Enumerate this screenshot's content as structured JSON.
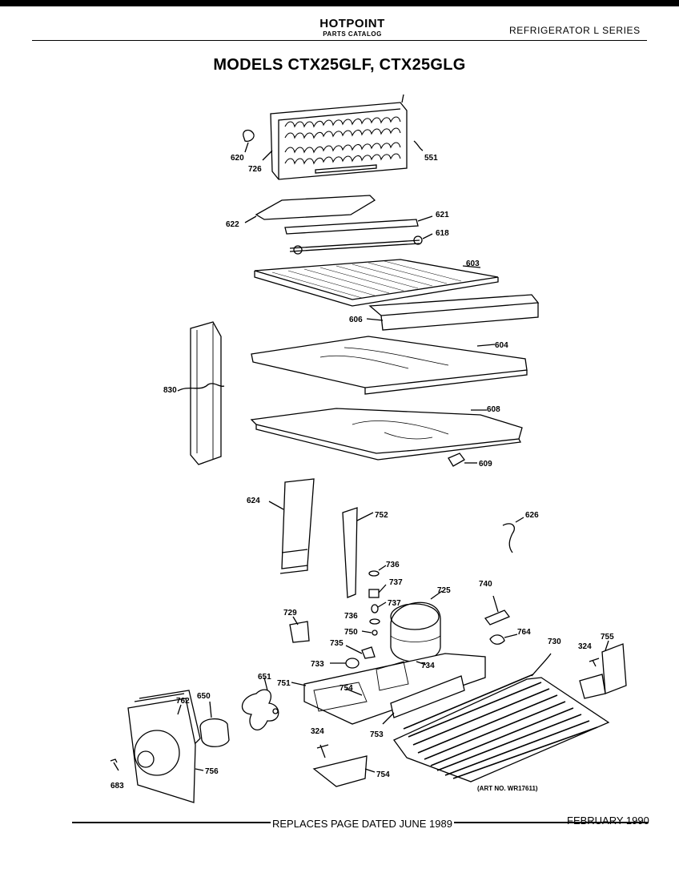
{
  "header": {
    "brand": "HOTPOINT",
    "catalog": "PARTS CATALOG",
    "series": "REFRIGERATOR L SERIES"
  },
  "title": "MODELS CTX25GLF, CTX25GLG",
  "part_labels": {
    "p620": "620",
    "p726": "726",
    "p551": "551",
    "p622": "622",
    "p621": "621",
    "p618": "618",
    "p603": "603",
    "p606": "606",
    "p604": "604",
    "p830": "830",
    "p608": "608",
    "p609": "609",
    "p624": "624",
    "p752": "752",
    "p626": "626",
    "p736a": "736",
    "p737a": "737",
    "p737b": "737",
    "p725": "725",
    "p740": "740",
    "p736b": "736",
    "p729": "729",
    "p750": "750",
    "p764": "764",
    "p730": "730",
    "p324a": "324",
    "p755": "755",
    "p735": "735",
    "p733": "733",
    "p734": "734",
    "p651": "651",
    "p751": "751",
    "p754a": "754",
    "p762": "762",
    "p650": "650",
    "p753": "753",
    "p324b": "324",
    "p754b": "754",
    "p756": "756",
    "p683": "683"
  },
  "art_number": "(ART NO. WR17611)",
  "footer": {
    "replaces": "REPLACES PAGE DATED JUNE 1989",
    "date": "FEBRUARY 1990"
  }
}
